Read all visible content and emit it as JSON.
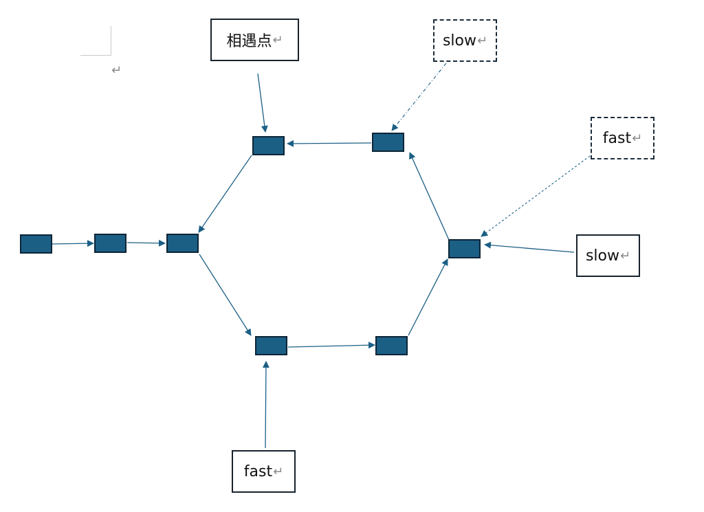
{
  "labels": {
    "meeting_point": "相遇点",
    "slow_top": "slow",
    "fast_top": "fast",
    "slow_right": "slow",
    "fast_bottom": "fast"
  },
  "return_mark": "↵",
  "colors": {
    "node_fill": "#1b5f85",
    "node_border": "#0d2436",
    "arrow": "#1b5f85"
  }
}
